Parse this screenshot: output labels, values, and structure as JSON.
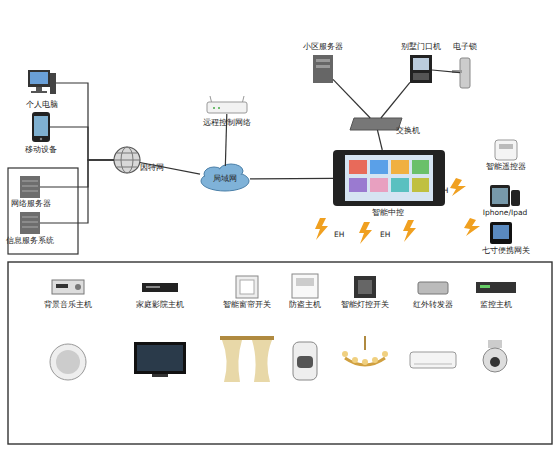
{
  "diagram": {
    "nodes": [
      {
        "text": [
          "个人电脑"
        ]
      },
      {
        "text": [
          "移动设备"
        ]
      },
      {
        "text": [
          "网络服务器"
        ]
      },
      {
        "text": [
          "信息服务系统"
        ]
      },
      {
        "text": [
          "因特网"
        ]
      },
      {
        "text": [
          "远程控制网络"
        ]
      },
      {
        "text": [
          "局域网"
        ]
      },
      {
        "text": [
          "小区服务器"
        ]
      },
      {
        "text": [
          "别墅门口机"
        ]
      },
      {
        "text": [
          "电子锁"
        ]
      },
      {
        "text": [
          "交换机"
        ]
      },
      {
        "text": [
          "智能中控"
        ]
      },
      {
        "text": [
          "智能遥控器"
        ]
      },
      {
        "text": [
          "Iphone/Ipad"
        ]
      },
      {
        "text": [
          "七寸便携网关"
        ]
      },
      {
        "text": [
          "背景音乐主机"
        ]
      },
      {
        "text": [
          "家庭影院主机"
        ]
      },
      {
        "text": [
          "智能窗帘开关"
        ]
      },
      {
        "text": [
          "防盗主机"
        ]
      },
      {
        "text": [
          "智能灯控开关"
        ]
      },
      {
        "text": [
          "红外转发器"
        ]
      },
      {
        "text": [
          "监控主机"
        ]
      }
    ],
    "edges": [
      {
        "from": 0,
        "to": 4,
        "arrow": "none"
      },
      {
        "from": 1,
        "to": 4,
        "arrow": "none"
      },
      {
        "from": 2,
        "to": 4,
        "arrow": "none"
      },
      {
        "from": 3,
        "to": 4,
        "arrow": "none"
      },
      {
        "from": 4,
        "to": 6,
        "arrow": "none"
      },
      {
        "from": 5,
        "to": 6,
        "arrow": "none"
      },
      {
        "from": 6,
        "to": 11,
        "arrow": "none"
      },
      {
        "from": 11,
        "to": 10,
        "arrow": "none"
      },
      {
        "from": 10,
        "to": 7,
        "arrow": "none"
      },
      {
        "from": 10,
        "to": 8,
        "arrow": "none"
      },
      {
        "from": 8,
        "to": 9,
        "arrow": "none"
      }
    ],
    "labels": [
      "EH",
      "EH",
      "EH"
    ]
  }
}
